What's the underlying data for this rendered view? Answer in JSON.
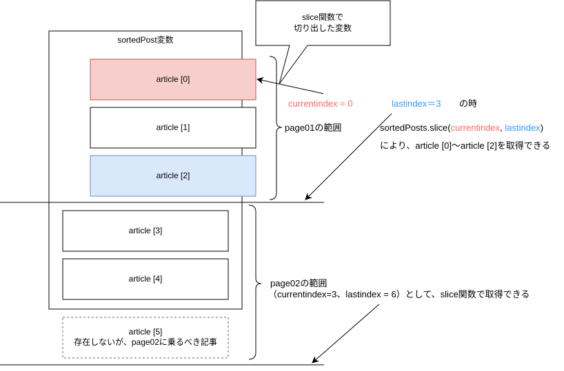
{
  "callout": {
    "line1": "slice関数で",
    "line2": "切り出した変数"
  },
  "container": {
    "title": "sortedPost変数"
  },
  "articles": [
    {
      "label": "article [0]",
      "fill": "#f8cecc",
      "stroke": "#b85450"
    },
    {
      "label": "article [1]",
      "fill": "#ffffff",
      "stroke": "#000000"
    },
    {
      "label": "article [2]",
      "fill": "#dae8fc",
      "stroke": "#6c8ebf"
    },
    {
      "label": "article [3]",
      "fill": "#ffffff",
      "stroke": "#000000"
    },
    {
      "label": "article [4]",
      "fill": "#ffffff",
      "stroke": "#000000"
    }
  ],
  "ghost_article": {
    "line1": "article [5]",
    "line2": "存在しないが、page02に乗るべき記事"
  },
  "page01": {
    "label": "page01の範囲",
    "currentindex": "currentindex = 0",
    "lastindex": "lastindex＝3",
    "when": "の時",
    "slice_prefix": "sortedPosts.slice(",
    "slice_arg1": "currentindex",
    "slice_sep": ", ",
    "slice_arg2": "lastindex",
    "slice_suffix": ")",
    "result": "により、article [0]〜article [2]を取得できる"
  },
  "page02": {
    "label": "page02の範囲",
    "detail": "（currentindex=3、lastindex = 6）として、slice関数で取得できる"
  },
  "colors": {
    "red_text": "#ff6666",
    "blue_text": "#3399ff"
  }
}
